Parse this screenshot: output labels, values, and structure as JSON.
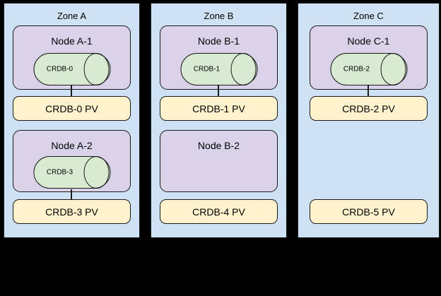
{
  "diagram": {
    "background_color": "#000000",
    "stroke_color": "#1a1a1a",
    "zone_fill": "#cfe2f3",
    "node_fill": "#d9d2e9",
    "disk_fill": "#d9ead3",
    "pv_fill": "#fff2cc"
  },
  "zones": [
    {
      "title": "Zone A",
      "node1": {
        "label": "Node A-1",
        "disk": "CRDB-0"
      },
      "pv1": "CRDB-0 PV",
      "node2": {
        "label": "Node A-2",
        "disk": "CRDB-3"
      },
      "pv2": "CRDB-3 PV"
    },
    {
      "title": "Zone B",
      "node1": {
        "label": "Node B-1",
        "disk": "CRDB-1"
      },
      "pv1": "CRDB-1 PV",
      "node2": {
        "label": "Node B-2"
      },
      "pv2": "CRDB-4 PV"
    },
    {
      "title": "Zone C",
      "node1": {
        "label": "Node C-1",
        "disk": "CRDB-2"
      },
      "pv1": "CRDB-2 PV",
      "pv2": "CRDB-5 PV"
    }
  ]
}
